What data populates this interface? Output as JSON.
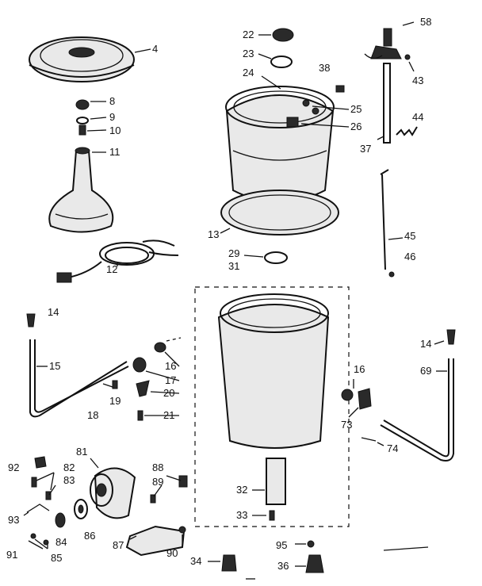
{
  "labels": {
    "l4": "4",
    "l8": "8",
    "l9": "9",
    "l10": "10",
    "l11": "11",
    "l12": "12",
    "l13": "13",
    "l14a": "14",
    "l14b": "14",
    "l15": "15",
    "l16a": "16",
    "l16b": "16",
    "l17": "17",
    "l18": "18",
    "l19": "19",
    "l20": "20",
    "l21": "21",
    "l22": "22",
    "l23": "23",
    "l24": "24",
    "l25": "25",
    "l26": "26",
    "l29": "29",
    "l31": "31",
    "l32": "32",
    "l33": "33",
    "l34": "34",
    "l36": "36",
    "l37": "37",
    "l38": "38",
    "l43": "43",
    "l44": "44",
    "l45": "45",
    "l46": "46",
    "l58": "58",
    "l69": "69",
    "l73": "73",
    "l74": "74",
    "l81": "81",
    "l82": "82",
    "l83": "83",
    "l84": "84",
    "l85": "85",
    "l86": "86",
    "l87": "87",
    "l88": "88",
    "l89": "89",
    "l90": "90",
    "l91": "91",
    "l92": "92",
    "l93": "93",
    "l95": "95"
  }
}
